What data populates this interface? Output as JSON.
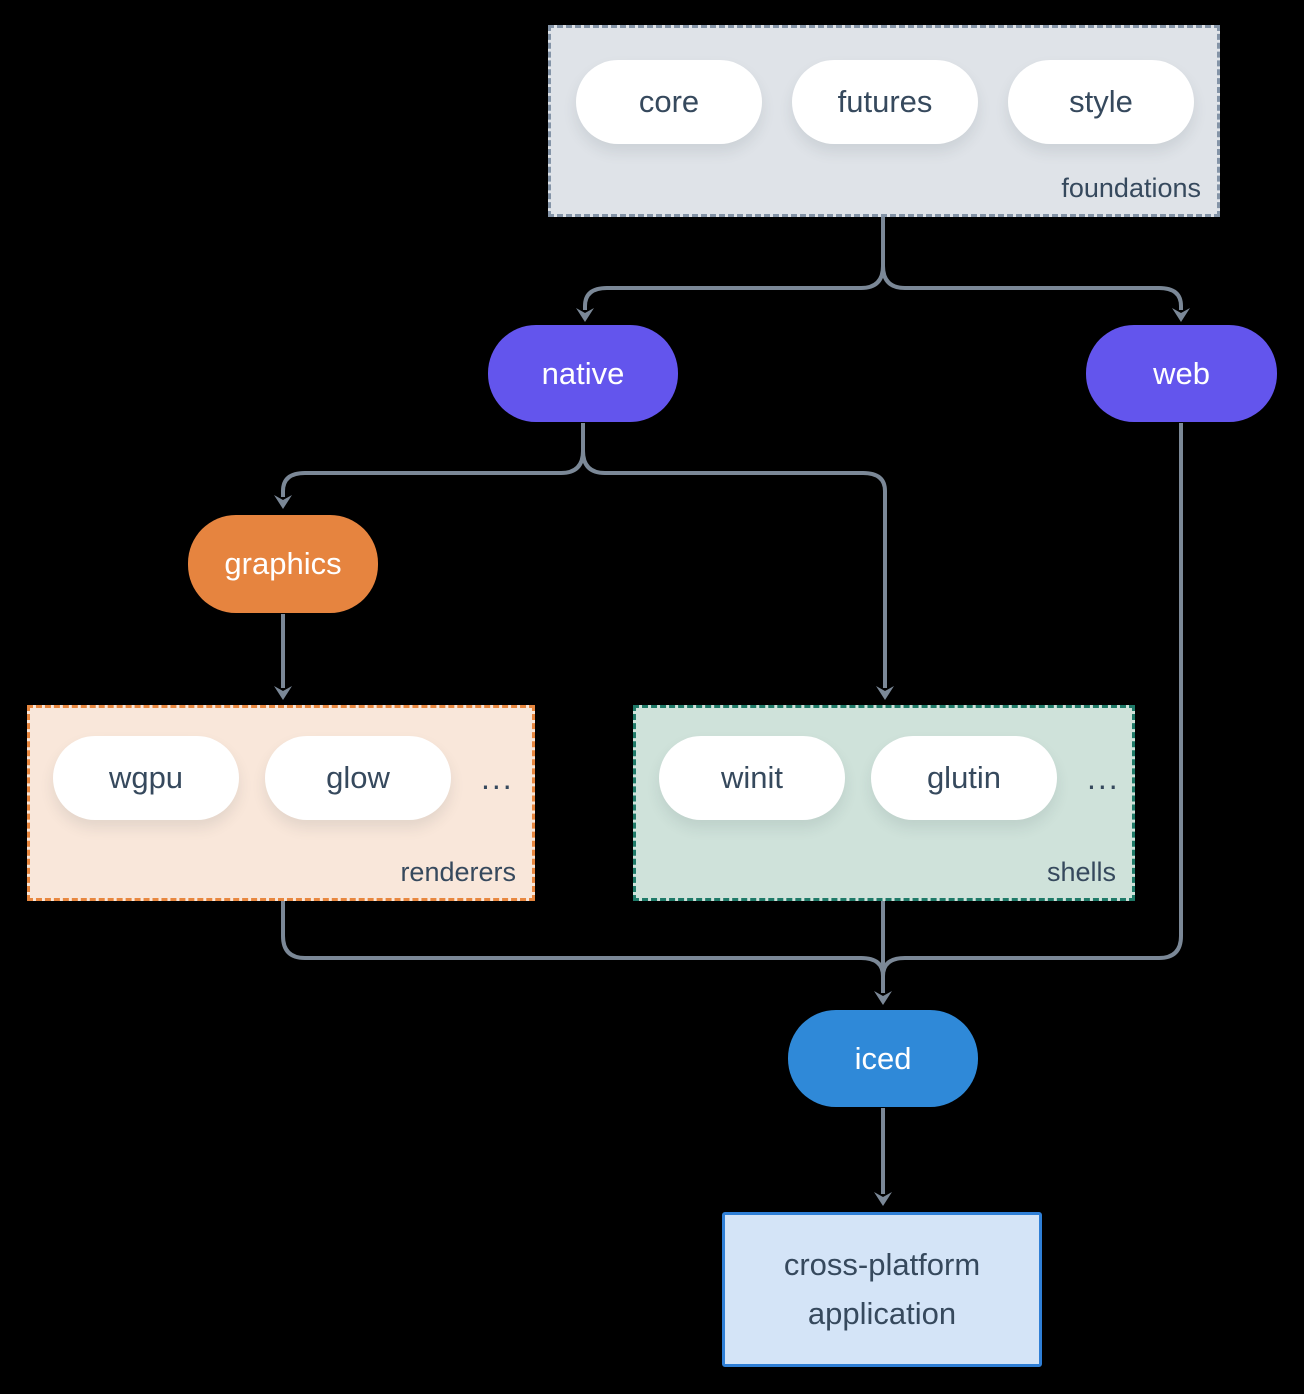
{
  "colors": {
    "background": "#000000",
    "arrow": "#7b8897",
    "purple": "#6355ed",
    "orange": "#e6843f",
    "blue": "#2f89d8",
    "foundations_bg": "#dfe3e8",
    "foundations_border": "#8494a7",
    "renderers_bg": "#f9e7da",
    "renderers_border": "#e8873f",
    "shells_bg": "#cfe2da",
    "shells_border": "#1f7a68",
    "app_bg": "#d4e4f7",
    "app_border": "#2f7fd6",
    "pill_bg": "#ffffff",
    "dark_text": "#36495d",
    "light_text": "#ffffff"
  },
  "diagram": {
    "foundations": {
      "label": "foundations",
      "pills": [
        "core",
        "futures",
        "style"
      ]
    },
    "native": {
      "label": "native"
    },
    "web": {
      "label": "web"
    },
    "graphics": {
      "label": "graphics"
    },
    "renderers": {
      "label": "renderers",
      "pills": [
        "wgpu",
        "glow"
      ],
      "more": "..."
    },
    "shells": {
      "label": "shells",
      "pills": [
        "winit",
        "glutin"
      ],
      "more": "..."
    },
    "iced": {
      "label": "iced"
    },
    "application": {
      "label": "cross-platform application"
    }
  }
}
